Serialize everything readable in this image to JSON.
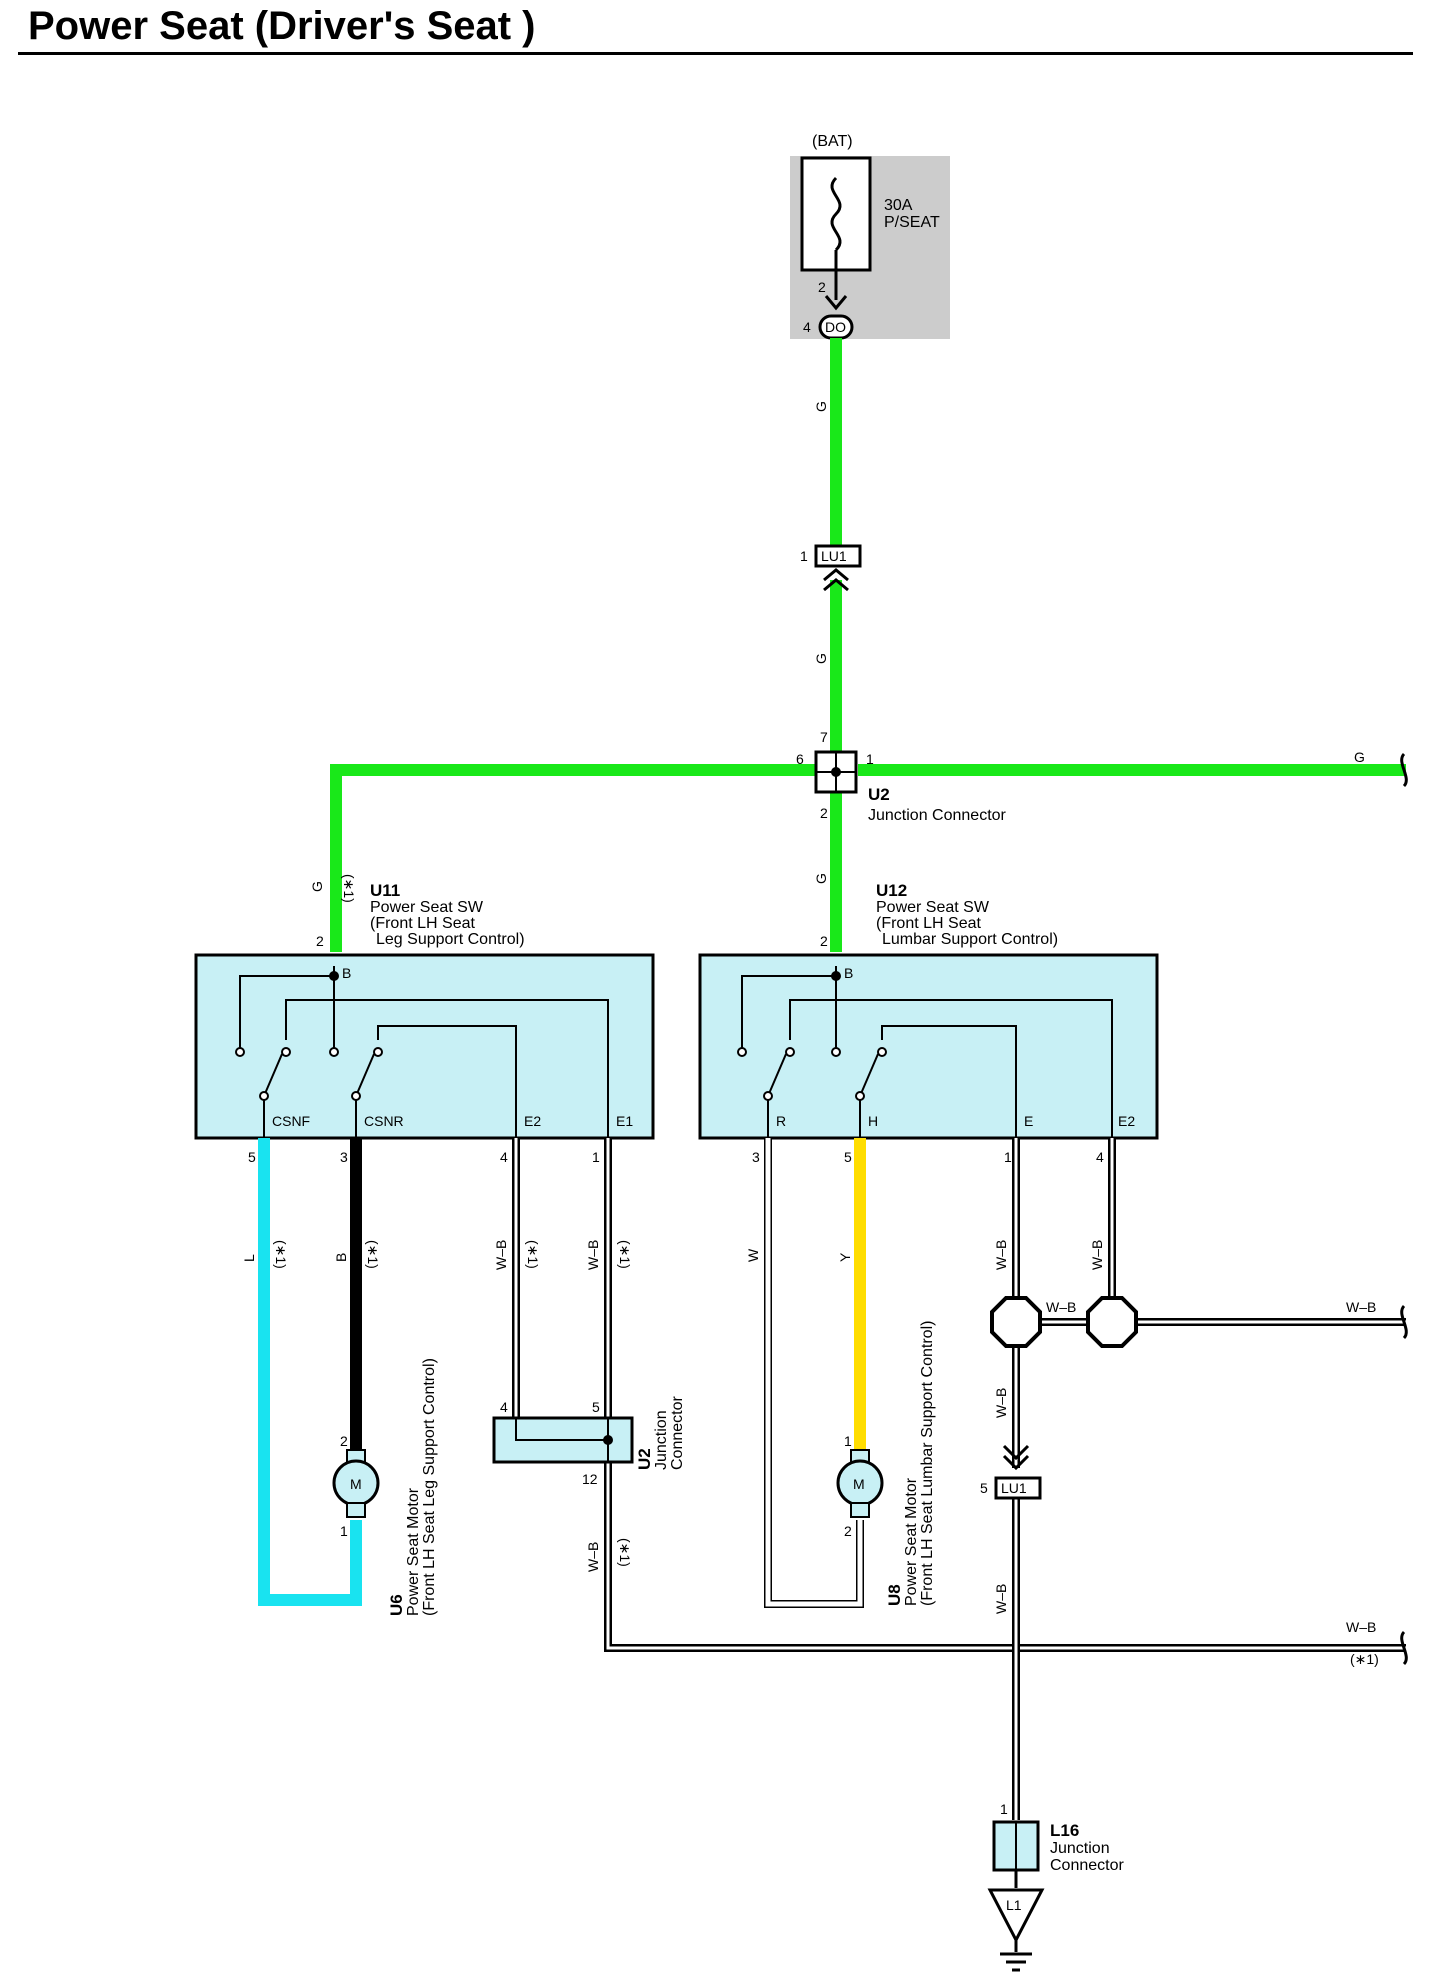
{
  "title": "Power Seat (Driver's Seat )",
  "colors": {
    "green": "#19e819",
    "cyan": "#19e3f0",
    "yellow": "#ffdd00",
    "black": "#000000",
    "box_fill": "#c8f0f5",
    "bat_fill": "#cccccc"
  },
  "bat": {
    "label": "(BAT)",
    "fuse_amp": "30A",
    "fuse_name": "P/SEAT",
    "pin_top": "2",
    "pin_left": "4",
    "conn": "DO"
  },
  "wire_colors": {
    "g": "G",
    "l": "L",
    "b": "B",
    "wb": "W–B",
    "w": "W",
    "y": "Y",
    "note": "(∗1)"
  },
  "lu1_top": {
    "id": "LU1",
    "pin": "1"
  },
  "lu1_bottom": {
    "id": "LU1",
    "pin": "5"
  },
  "u2_top": {
    "id": "U2",
    "desc": "Junction Connector",
    "p7": "7",
    "p6": "6",
    "p1": "1",
    "p2": "2"
  },
  "u11": {
    "id": "U11",
    "l1": "Power Seat SW",
    "l2": "(Front LH Seat",
    "l3": "Leg Support Control)",
    "pin": "2",
    "term_b": "B",
    "t1": "CSNF",
    "t2": "CSNR",
    "t3": "E2",
    "t4": "E1",
    "p1": "5",
    "p2": "3",
    "p3": "4",
    "p4": "1"
  },
  "u12": {
    "id": "U12",
    "l1": "Power Seat SW",
    "l2": "(Front LH Seat",
    "l3": "Lumbar Support Control)",
    "pin": "2",
    "term_b": "B",
    "t1": "R",
    "t2": "H",
    "t3": "E",
    "t4": "E2",
    "p1": "3",
    "p2": "5",
    "p3": "1",
    "p4": "4"
  },
  "u6": {
    "id": "U6",
    "l1": "Power Seat Motor",
    "l2": "(Front LH Seat Leg Support Control)",
    "m": "M",
    "p_top": "2",
    "p_bot": "1"
  },
  "u8": {
    "id": "U8",
    "l1": "Power Seat Motor",
    "l2": "(Front LH Seat Lumbar Support Control)",
    "m": "M",
    "p_top": "1",
    "p_bot": "2"
  },
  "u2_low": {
    "id": "U2",
    "l1": "Junction",
    "l2": "Connector",
    "p4": "4",
    "p5": "5",
    "p12": "12"
  },
  "l16": {
    "id": "L16",
    "l1": "Junction",
    "l2": "Connector",
    "pin": "1"
  },
  "ground": {
    "id": "L1"
  }
}
